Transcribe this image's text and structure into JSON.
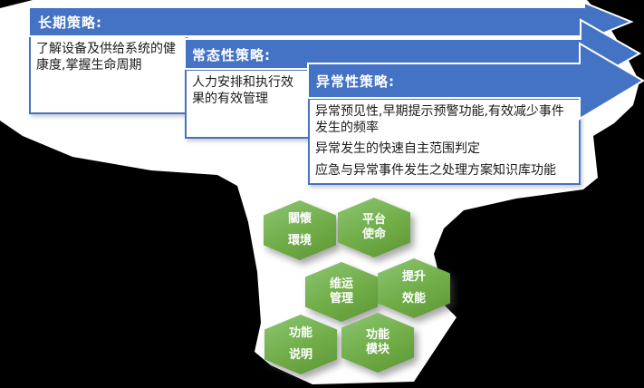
{
  "colors": {
    "canvas_black": "#000000",
    "panel_white": "#ffffff",
    "accent_blue": "#4472C4",
    "box_border_blue": "#4472C4",
    "header_text": "#ffffff",
    "body_text": "#1a1a1a",
    "hex_green_light": "#8cc573",
    "hex_green": "#70ad47",
    "hex_green_dark": "#5e9638"
  },
  "strategies": [
    {
      "title": "长期策略:",
      "body": [
        "了解设备及供给系统的健康度,掌握生命周期"
      ]
    },
    {
      "title": "常态性策略:",
      "body": [
        "人力安排和执行效果的有效管理"
      ]
    },
    {
      "title": "异常性策略:",
      "body": [
        "异常预见性,早期提示预警功能,有效减少事件发生的频率",
        "异常发生的快速自主范围判定",
        "应急与异常事件发生之处理方案知识库功能"
      ]
    }
  ],
  "hexagons": [
    {
      "lines": [
        "關懷",
        "環境"
      ]
    },
    {
      "lines": [
        "平台",
        "使命"
      ]
    },
    {
      "lines": [
        "维运",
        "管理"
      ]
    },
    {
      "lines": [
        "提升",
        "效能"
      ]
    },
    {
      "lines": [
        "功能",
        "说明"
      ]
    },
    {
      "lines": [
        "功能",
        "模块"
      ]
    }
  ]
}
